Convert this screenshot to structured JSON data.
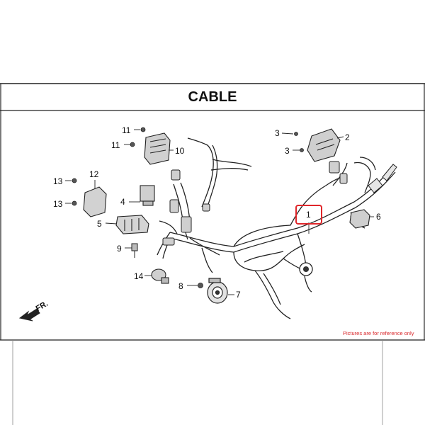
{
  "title": "CABLE",
  "note": "Pictures are for reference only",
  "direction_label": "FR.",
  "callouts": [
    {
      "id": "1",
      "label": "1",
      "highlighted": true
    },
    {
      "id": "2",
      "label": "2"
    },
    {
      "id": "3a",
      "label": "3"
    },
    {
      "id": "3b",
      "label": "3"
    },
    {
      "id": "4",
      "label": "4"
    },
    {
      "id": "5",
      "label": "5"
    },
    {
      "id": "6",
      "label": "6"
    },
    {
      "id": "7",
      "label": "7"
    },
    {
      "id": "8",
      "label": "8"
    },
    {
      "id": "9",
      "label": "9"
    },
    {
      "id": "10",
      "label": "10"
    },
    {
      "id": "11a",
      "label": "11"
    },
    {
      "id": "11b",
      "label": "11"
    },
    {
      "id": "12",
      "label": "12"
    },
    {
      "id": "13a",
      "label": "13"
    },
    {
      "id": "13b",
      "label": "13"
    },
    {
      "id": "14",
      "label": "14"
    }
  ],
  "colors": {
    "highlight": "#e0262a",
    "line": "#222222",
    "part_fill": "#bdbdbd",
    "note": "#d8262a"
  }
}
